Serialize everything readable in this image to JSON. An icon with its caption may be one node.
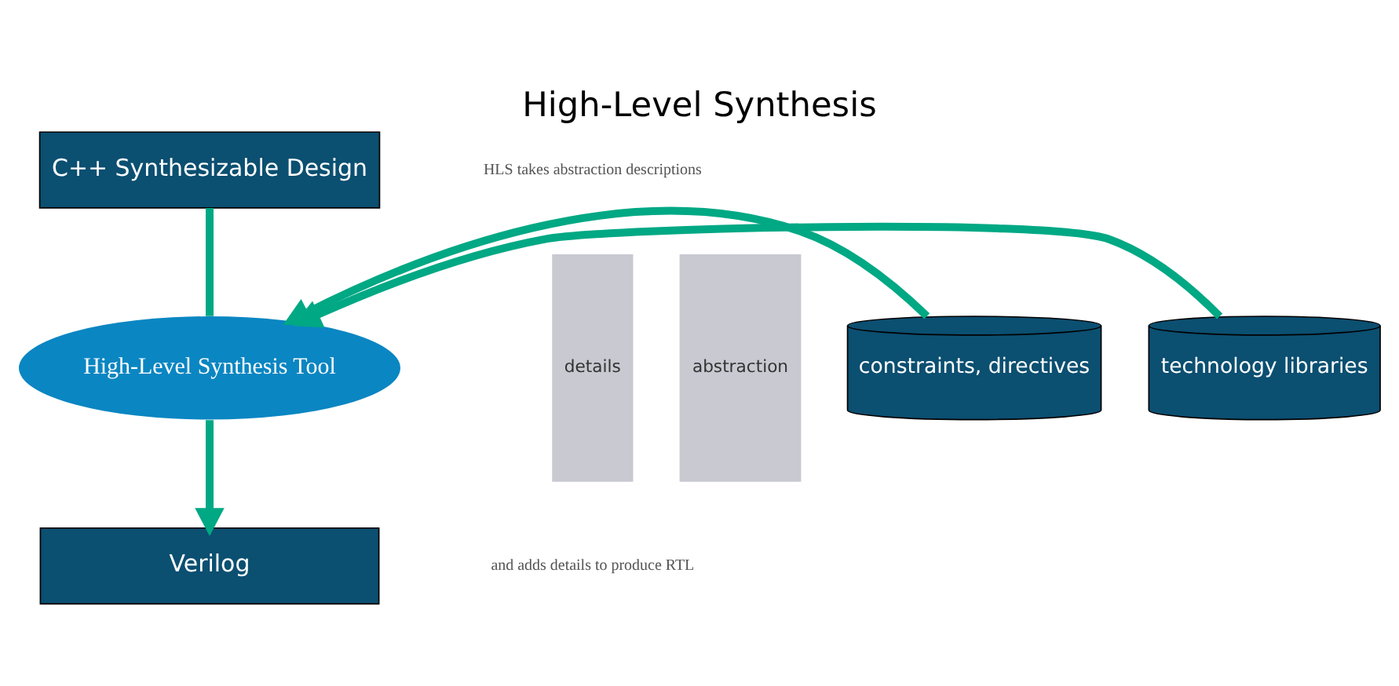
{
  "diagram": {
    "title": "High-Level Synthesis",
    "nodes": [
      {
        "text": [
          "C++ Synthesizable Design"
        ]
      },
      {
        "text": [
          "constraints, directives"
        ]
      },
      {
        "text": [
          "technology libraries"
        ]
      },
      {
        "text": [
          "High-Level Synthesis Tool"
        ]
      },
      {
        "text": [
          "Verilog"
        ]
      },
      {
        "text": [
          "details"
        ]
      },
      {
        "text": [
          "abstraction"
        ]
      }
    ],
    "edges": [
      {
        "from": 0,
        "to": 3,
        "arrow": "none"
      },
      {
        "from": 1,
        "to": 3,
        "arrow": "to"
      },
      {
        "from": 2,
        "to": 3,
        "arrow": "to"
      },
      {
        "from": 3,
        "to": 4,
        "arrow": "to"
      }
    ],
    "labels": [
      "HLS takes abstraction descriptions",
      "and adds details to produce RTL"
    ]
  }
}
